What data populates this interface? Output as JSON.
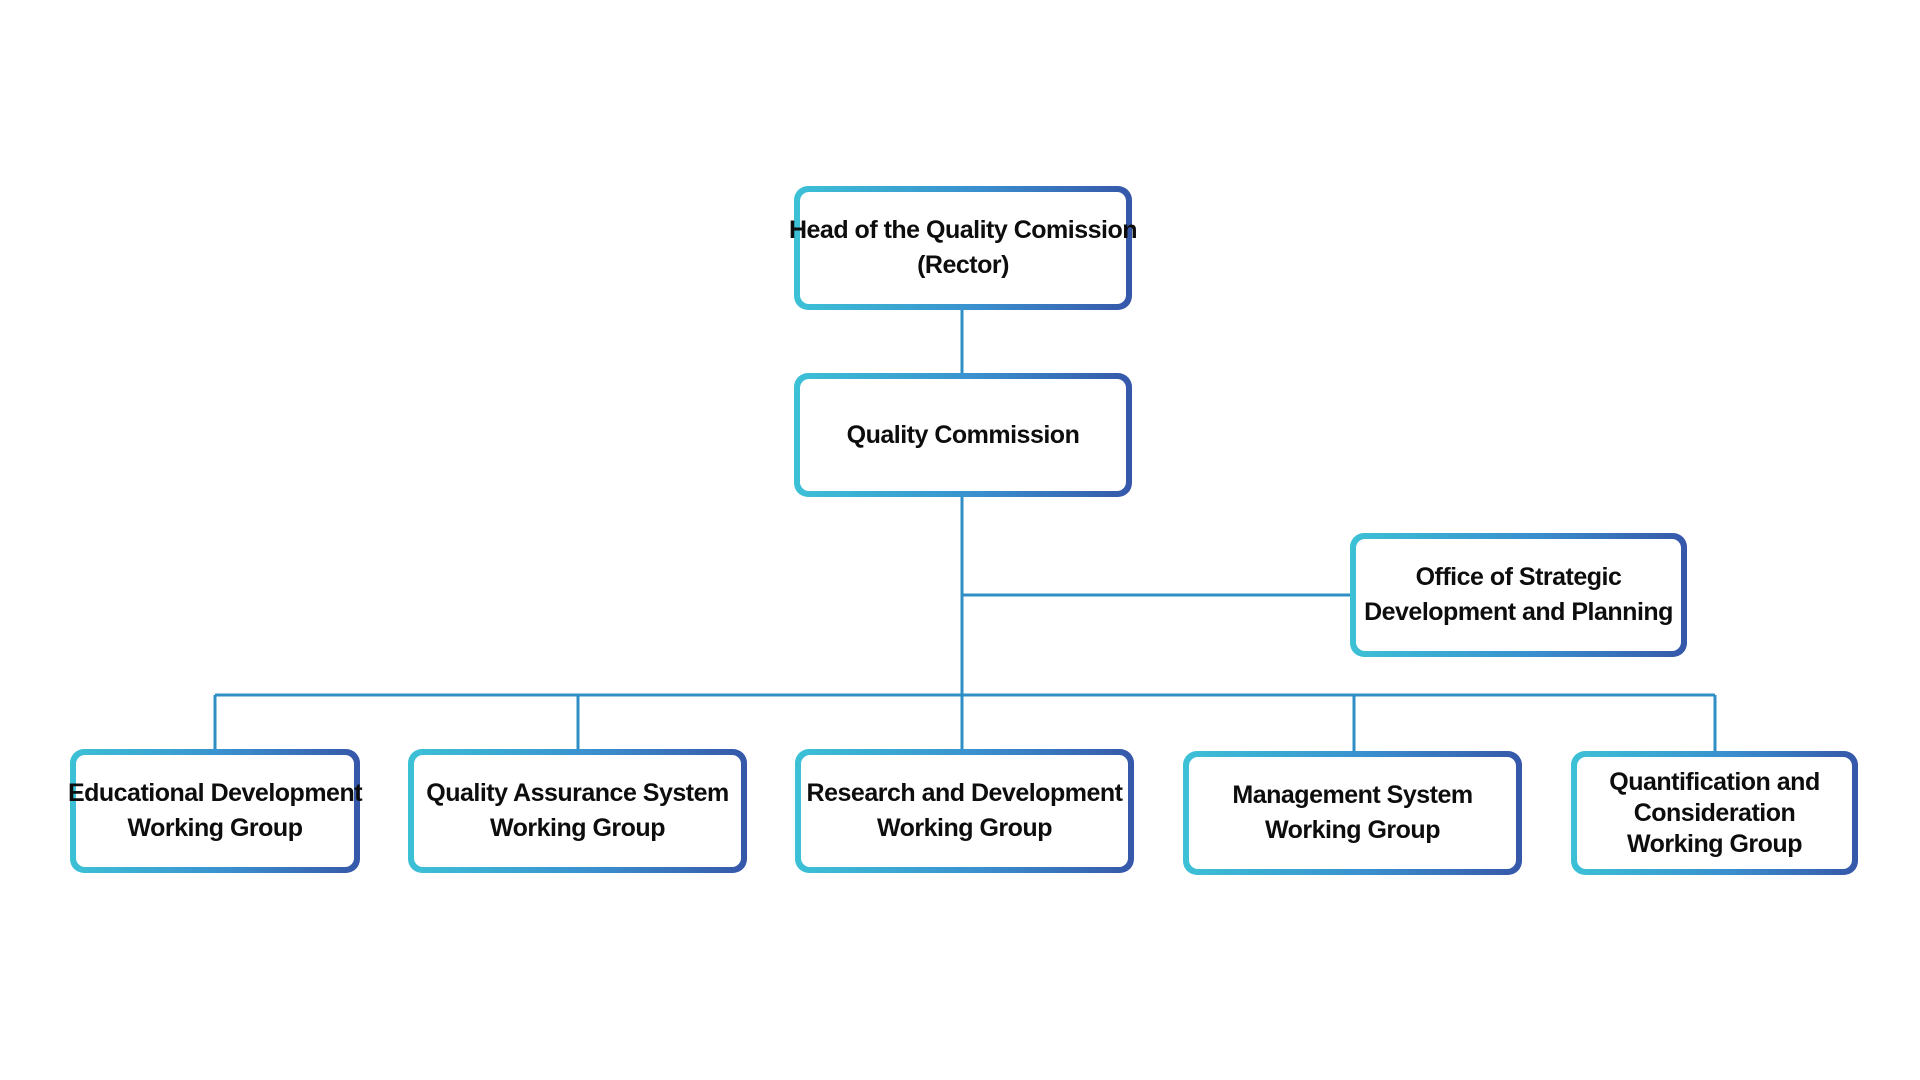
{
  "diagram": {
    "head": {
      "lines": [
        "Head of the Quality Comission",
        "(Rector)"
      ]
    },
    "commission": {
      "lines": [
        "Quality Commission"
      ]
    },
    "office": {
      "lines": [
        "Office of Strategic",
        "Development and Planning"
      ]
    },
    "groups": [
      {
        "lines": [
          "Educational Development",
          "Working Group"
        ]
      },
      {
        "lines": [
          "Quality Assurance System",
          "Working Group"
        ]
      },
      {
        "lines": [
          "Research and Development",
          "Working Group"
        ]
      },
      {
        "lines": [
          "Management System",
          "Working Group"
        ]
      },
      {
        "lines": [
          "Quantification and",
          "Consideration",
          "Working Group"
        ]
      }
    ]
  },
  "colors": {
    "connector": "#2f8fc4",
    "border_start": "#3cc1d6",
    "border_end": "#3657a9",
    "text": "#0d0d0d"
  }
}
